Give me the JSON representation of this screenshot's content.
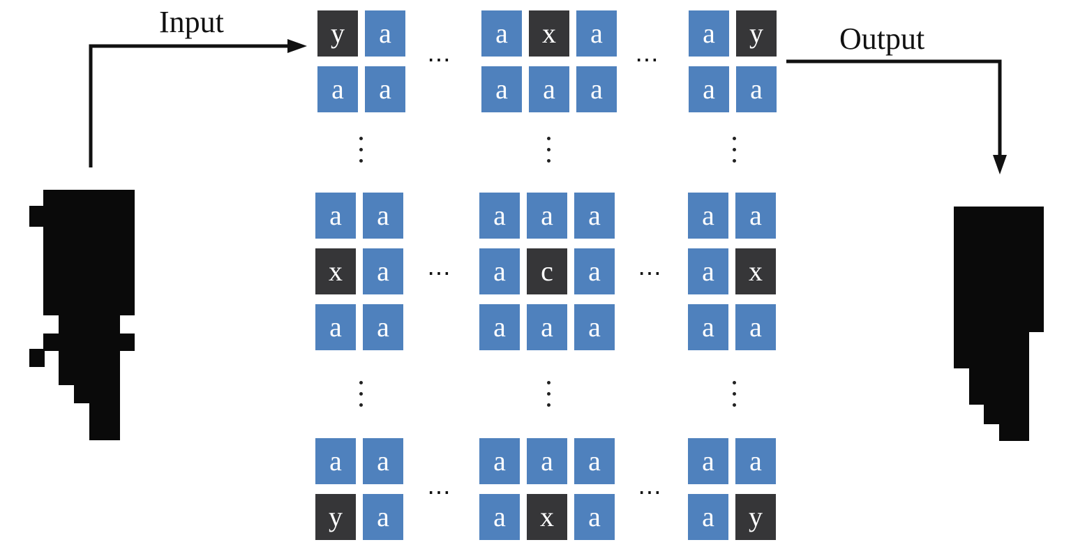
{
  "labels": {
    "input": "Input",
    "output": "Output"
  },
  "colors": {
    "normal_cell": "#4f81bd",
    "special_cell": "#363638",
    "shape": "#0a0a0a",
    "arrow": "#111111"
  },
  "ellipsis_h": "⋯",
  "groups": {
    "top_left": {
      "rows": [
        [
          "y",
          "a"
        ],
        [
          "a",
          "a"
        ]
      ],
      "special": [
        [
          true,
          false
        ],
        [
          false,
          false
        ]
      ]
    },
    "top_mid": {
      "rows": [
        [
          "a",
          "x",
          "a"
        ],
        [
          "a",
          "a",
          "a"
        ]
      ],
      "special": [
        [
          false,
          true,
          false
        ],
        [
          false,
          false,
          false
        ]
      ]
    },
    "top_right": {
      "rows": [
        [
          "a",
          "y"
        ],
        [
          "a",
          "a"
        ]
      ],
      "special": [
        [
          false,
          true
        ],
        [
          false,
          false
        ]
      ]
    },
    "mid_left": {
      "rows": [
        [
          "a",
          "a"
        ],
        [
          "x",
          "a"
        ],
        [
          "a",
          "a"
        ]
      ],
      "special": [
        [
          false,
          false
        ],
        [
          true,
          false
        ],
        [
          false,
          false
        ]
      ]
    },
    "mid_mid": {
      "rows": [
        [
          "a",
          "a",
          "a"
        ],
        [
          "a",
          "c",
          "a"
        ],
        [
          "a",
          "a",
          "a"
        ]
      ],
      "special": [
        [
          false,
          false,
          false
        ],
        [
          false,
          true,
          false
        ],
        [
          false,
          false,
          false
        ]
      ]
    },
    "mid_right": {
      "rows": [
        [
          "a",
          "a"
        ],
        [
          "a",
          "x"
        ],
        [
          "a",
          "a"
        ]
      ],
      "special": [
        [
          false,
          false
        ],
        [
          false,
          true
        ],
        [
          false,
          false
        ]
      ]
    },
    "bottom_left": {
      "rows": [
        [
          "a",
          "a"
        ],
        [
          "y",
          "a"
        ]
      ],
      "special": [
        [
          false,
          false
        ],
        [
          true,
          false
        ]
      ]
    },
    "bottom_mid": {
      "rows": [
        [
          "a",
          "a",
          "a"
        ],
        [
          "a",
          "x",
          "a"
        ]
      ],
      "special": [
        [
          false,
          false,
          false
        ],
        [
          false,
          true,
          false
        ]
      ]
    },
    "bottom_right": {
      "rows": [
        [
          "a",
          "a"
        ],
        [
          "a",
          "y"
        ]
      ],
      "special": [
        [
          false,
          false
        ],
        [
          false,
          true
        ]
      ]
    }
  }
}
